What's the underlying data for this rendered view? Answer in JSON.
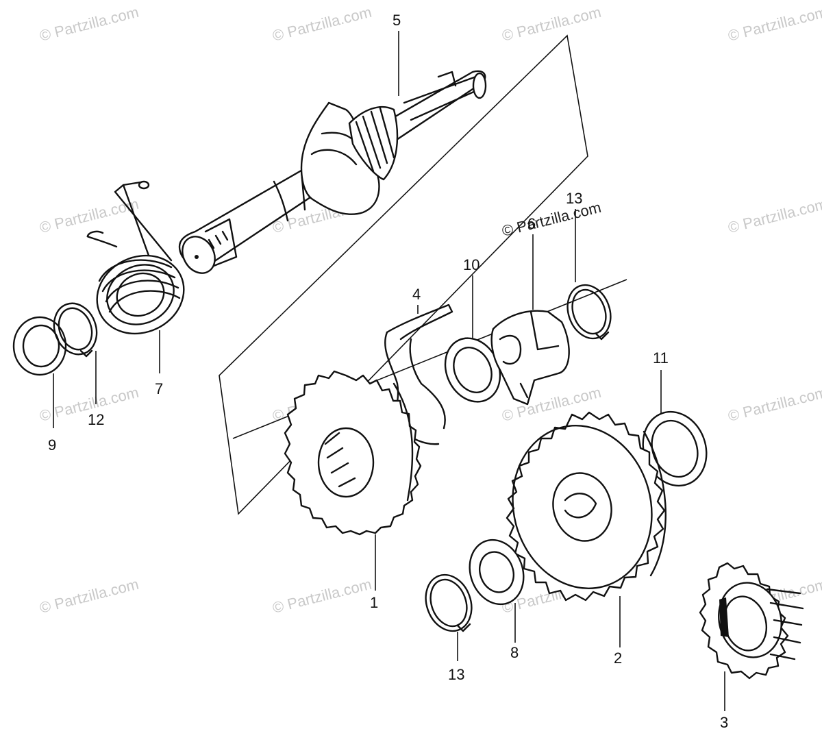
{
  "diagram": {
    "callouts": {
      "p1": "1",
      "p2": "2",
      "p3": "3",
      "p4": "4",
      "p5": "5",
      "p6": "6",
      "p7": "7",
      "p8": "8",
      "p9": "9",
      "p10": "10",
      "p11": "11",
      "p12": "12",
      "p13a": "13",
      "p13b": "13"
    },
    "watermark": "© Partzilla.com"
  },
  "colors": {
    "line": "#111111",
    "background": "#ffffff",
    "watermark": "#c9c9c9"
  }
}
